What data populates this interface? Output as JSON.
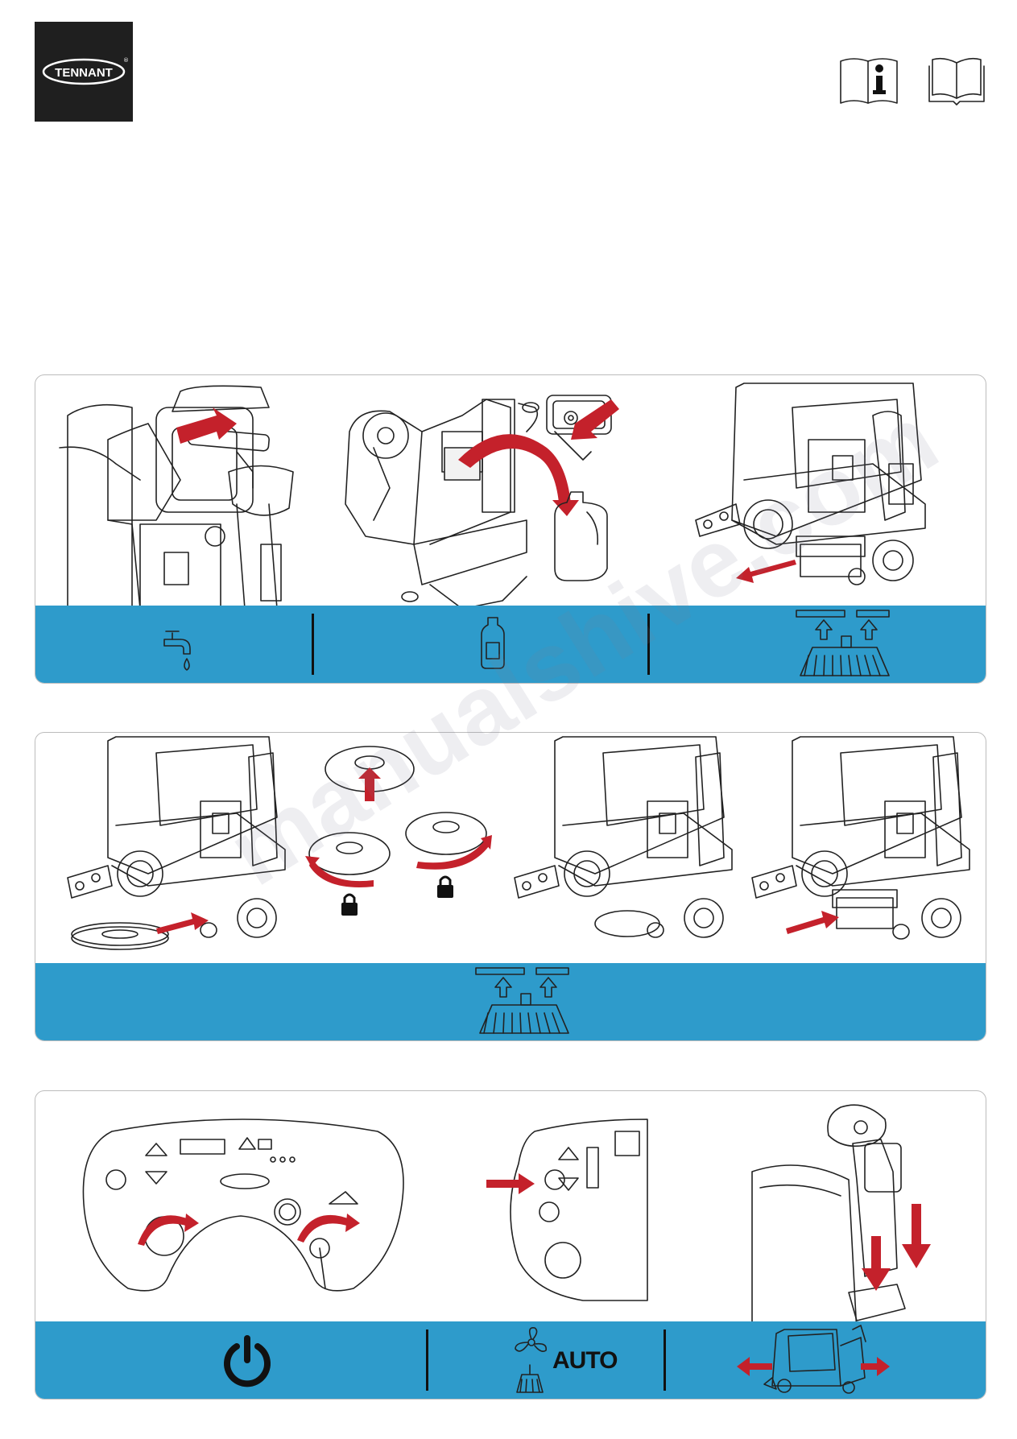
{
  "brand": {
    "logo_text": "TENNANT",
    "colors": {
      "logo_bg": "#1f1f1f",
      "bar_blue": "#2e9bcb",
      "arrow_red": "#c4212b"
    }
  },
  "header_icons": [
    "manual-info-icon",
    "open-book-icon"
  ],
  "watermark": "manualshive.com",
  "panels": [
    {
      "steps": [
        "fill-solution-tank",
        "add-detergent",
        "remove-squeegee"
      ],
      "bar_icons": [
        "water-tap-icon",
        "detergent-bottle-icon",
        "squeegee-lift-icon"
      ]
    },
    {
      "steps": [
        "install-pad-driver",
        "lock-pad-driver",
        "brush-deck-lowered",
        "attach-squeegee"
      ],
      "bar_icons": [
        "squeegee-lift-icon"
      ]
    },
    {
      "steps": [
        "turn-key-switch",
        "press-scrub-button",
        "press-pedal"
      ],
      "bar_icons": [
        "power-icon",
        "vacuum-fan-brush-icon",
        "machine-drive-icon"
      ],
      "auto_label": "AUTO"
    }
  ]
}
